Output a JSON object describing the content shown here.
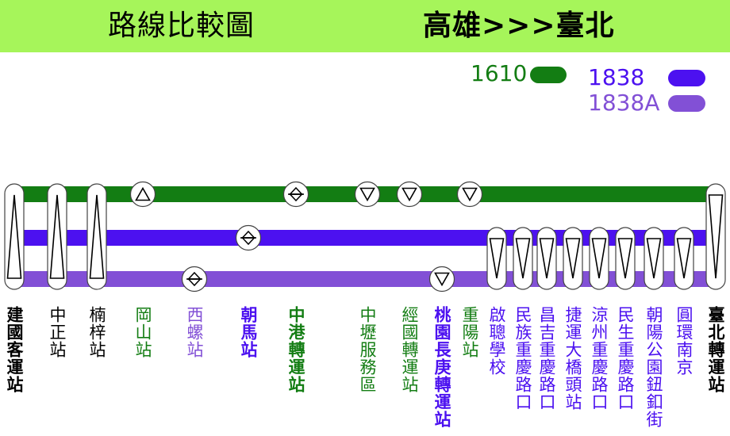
{
  "header": {
    "title": "路線比較圖",
    "direction": "高雄>>>臺北",
    "background": "#a6f55a"
  },
  "legend": [
    {
      "route": "1610",
      "color": "#137d13"
    },
    {
      "route": "1838",
      "color": "#4c11f0"
    },
    {
      "route": "1838A",
      "color": "#8250d6"
    }
  ],
  "routes": [
    {
      "id": "1610",
      "color": "#137d13"
    },
    {
      "id": "1838",
      "color": "#4c11f0"
    },
    {
      "id": "1838A",
      "color": "#8250d6"
    }
  ],
  "stations": [
    {
      "name": "建國客運站",
      "bold": true,
      "label_color": "#000000"
    },
    {
      "name": "中正站",
      "bold": false,
      "label_color": "#000000"
    },
    {
      "name": "楠梓站",
      "bold": false,
      "label_color": "#000000"
    },
    {
      "name": "岡山站",
      "bold": false,
      "label_color": "#137d13"
    },
    {
      "name": "西螺站",
      "bold": false,
      "label_color": "#8250d6"
    },
    {
      "name": "朝馬站",
      "bold": true,
      "label_color": "#4c11f0"
    },
    {
      "name": "中港轉運站",
      "bold": true,
      "label_color": "#137d13"
    },
    {
      "name": "中壢服務區",
      "bold": false,
      "label_color": "#137d13"
    },
    {
      "name": "經國轉運站",
      "bold": false,
      "label_color": "#137d13"
    },
    {
      "name": "桃園長庚轉運站",
      "bold": true,
      "label_color": "#4c11f0"
    },
    {
      "name": "重陽站",
      "bold": false,
      "label_color": "#137d13"
    },
    {
      "name": "啟聰學校",
      "bold": false,
      "label_color": "#4c11f0"
    },
    {
      "name": "民族重慶路口",
      "bold": false,
      "label_color": "#4c11f0"
    },
    {
      "name": "昌吉重慶路口",
      "bold": false,
      "label_color": "#4c11f0"
    },
    {
      "name": "捷運大橋頭站",
      "bold": false,
      "label_color": "#4c11f0"
    },
    {
      "name": "涼州重慶路口",
      "bold": false,
      "label_color": "#4c11f0"
    },
    {
      "name": "民生重慶路口",
      "bold": false,
      "label_color": "#4c11f0"
    },
    {
      "name": "朝陽公園鈕釦街",
      "bold": false,
      "label_color": "#4c11f0"
    },
    {
      "name": "圓環南京",
      "bold": false,
      "label_color": "#4c11f0"
    },
    {
      "name": "臺北轉運站",
      "bold": true,
      "label_color": "#000000"
    }
  ],
  "stops": [
    {
      "kind": "pill",
      "direction": "up",
      "routes": [
        "1610",
        "1838",
        "1838A"
      ]
    },
    {
      "kind": "pill",
      "direction": "up",
      "routes": [
        "1610",
        "1838",
        "1838A"
      ]
    },
    {
      "kind": "pill",
      "direction": "up",
      "routes": [
        "1610",
        "1838",
        "1838A"
      ]
    },
    {
      "kind": "circle",
      "direction": "up",
      "routes": [
        "1610"
      ]
    },
    {
      "kind": "circle",
      "direction": "both",
      "routes": [
        "1838A"
      ]
    },
    {
      "kind": "circle",
      "direction": "both",
      "routes": [
        "1838"
      ]
    },
    {
      "kind": "circle",
      "direction": "both",
      "routes": [
        "1610"
      ]
    },
    {
      "kind": "circle",
      "direction": "down",
      "routes": [
        "1610"
      ]
    },
    {
      "kind": "circle",
      "direction": "down",
      "routes": [
        "1610"
      ]
    },
    {
      "kind": "circle",
      "direction": "down",
      "routes": [
        "1838A"
      ]
    },
    {
      "kind": "circle",
      "direction": "down",
      "routes": [
        "1610"
      ]
    },
    {
      "kind": "pill",
      "direction": "down",
      "routes": [
        "1838",
        "1838A"
      ]
    },
    {
      "kind": "pill",
      "direction": "down",
      "routes": [
        "1838",
        "1838A"
      ]
    },
    {
      "kind": "pill",
      "direction": "down",
      "routes": [
        "1838",
        "1838A"
      ]
    },
    {
      "kind": "pill",
      "direction": "down",
      "routes": [
        "1838",
        "1838A"
      ]
    },
    {
      "kind": "pill",
      "direction": "down",
      "routes": [
        "1838",
        "1838A"
      ]
    },
    {
      "kind": "pill",
      "direction": "down",
      "routes": [
        "1838",
        "1838A"
      ]
    },
    {
      "kind": "pill",
      "direction": "down",
      "routes": [
        "1838",
        "1838A"
      ]
    },
    {
      "kind": "pill",
      "direction": "down",
      "routes": [
        "1838",
        "1838A"
      ]
    },
    {
      "kind": "pill",
      "direction": "down",
      "routes": [
        "1610",
        "1838",
        "1838A"
      ]
    }
  ]
}
